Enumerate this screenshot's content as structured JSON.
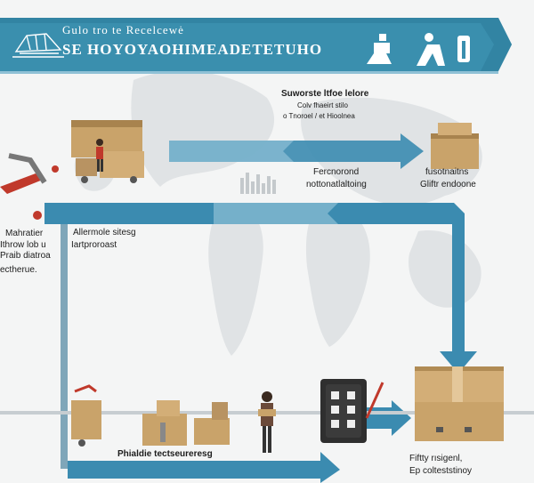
{
  "header": {
    "line1": "Gulo tro te   Recelcewė",
    "line2": "SE HOYOYAOHIMEADETETUHO"
  },
  "labels": {
    "top_center_title": "Suworste ltfoe lelore",
    "top_center_sub1": "Colv fhaeirt stilo",
    "top_center_sub2": "o Tnoroel / et Hioolnea",
    "mid_center_1": "Fercnorond",
    "mid_center_2": "nottonatlaltoing",
    "right_top_1": "fusotnaitns",
    "right_top_2": "Gliftr endoone",
    "left_1": "Mahratier",
    "left_2": "Ithrow lob u",
    "left_3": "Praib diatroa",
    "left_4": "ectherue.",
    "mid_left_1": "Allermole sitesg",
    "mid_left_2": "Iartproroast",
    "bottom_center": "Phialdie tectseureresg",
    "bottom_right_1": "Fiftty rısigenl,",
    "bottom_right_2": "Ep colteststinoy"
  },
  "colors": {
    "banner": "#3a8fae",
    "banner_dark": "#2b7897",
    "arrow": "#3b8bb0",
    "arrow_light": "#8fc1d6",
    "map": "#e0e3e5",
    "box": "#c9a36a",
    "box_dark": "#a8834e"
  },
  "icons": [
    "globe-map-icon",
    "warehouse-sketch-icon",
    "person-silhouette-icon",
    "phone-device-icon"
  ]
}
